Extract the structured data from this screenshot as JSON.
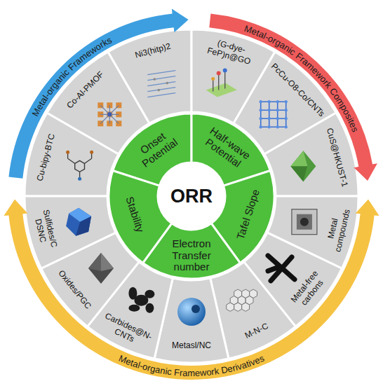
{
  "diagram": {
    "nodes": [
      {
        "text": [
          "Metal-organic Frameworks"
        ]
      },
      {
        "text": [
          "Metal-organic Framework Composites"
        ]
      },
      {
        "text": [
          "Metal-organic Framework Derivatives"
        ]
      },
      {
        "text": [
          "Cu-bipy-BTC"
        ]
      },
      {
        "text": [
          "Co-Al-PMOF"
        ]
      },
      {
        "text": [
          "Ni3(hitp)2"
        ]
      },
      {
        "text": [
          "(G-dye-FeP)n@GO"
        ]
      },
      {
        "text": [
          "PcCu-O8-Co/CNTs"
        ]
      },
      {
        "text": [
          "CuS@HKUST-1"
        ]
      },
      {
        "text": [
          "Metal compounds"
        ]
      },
      {
        "text": [
          "Metal-free carbons"
        ]
      },
      {
        "text": [
          "M-N-C"
        ]
      },
      {
        "text": [
          "Metasl/NC"
        ]
      },
      {
        "text": [
          "Carbides@N-CNTs"
        ]
      },
      {
        "text": [
          "Oxides/PGC"
        ]
      },
      {
        "text": [
          "Sulfides/C DSNC"
        ]
      },
      {
        "text": [
          "Onset Potential"
        ]
      },
      {
        "text": [
          "Half-wave Potential"
        ]
      },
      {
        "text": [
          "Tafel Slope"
        ]
      },
      {
        "text": [
          "Electron Transfer number"
        ]
      },
      {
        "text": [
          "Stability"
        ]
      },
      {
        "text": [
          "ORR"
        ]
      }
    ]
  }
}
